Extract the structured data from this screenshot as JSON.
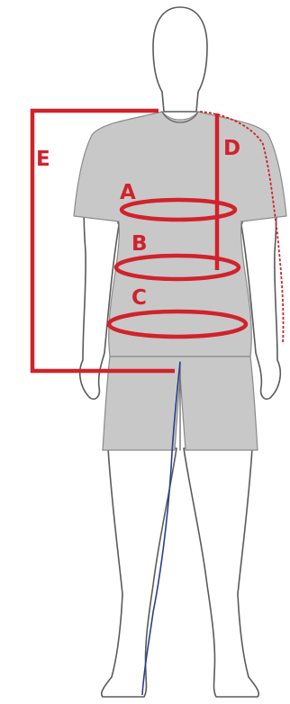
{
  "measurement_labels": {
    "a": "A",
    "b": "B",
    "c": "C",
    "d": "D",
    "e": "E"
  },
  "colors": {
    "measure_line": "#d1222b",
    "garment": "#c8c8c8",
    "body_outline": "#5a5a5a",
    "seam_edge": "#2a3f8f"
  }
}
